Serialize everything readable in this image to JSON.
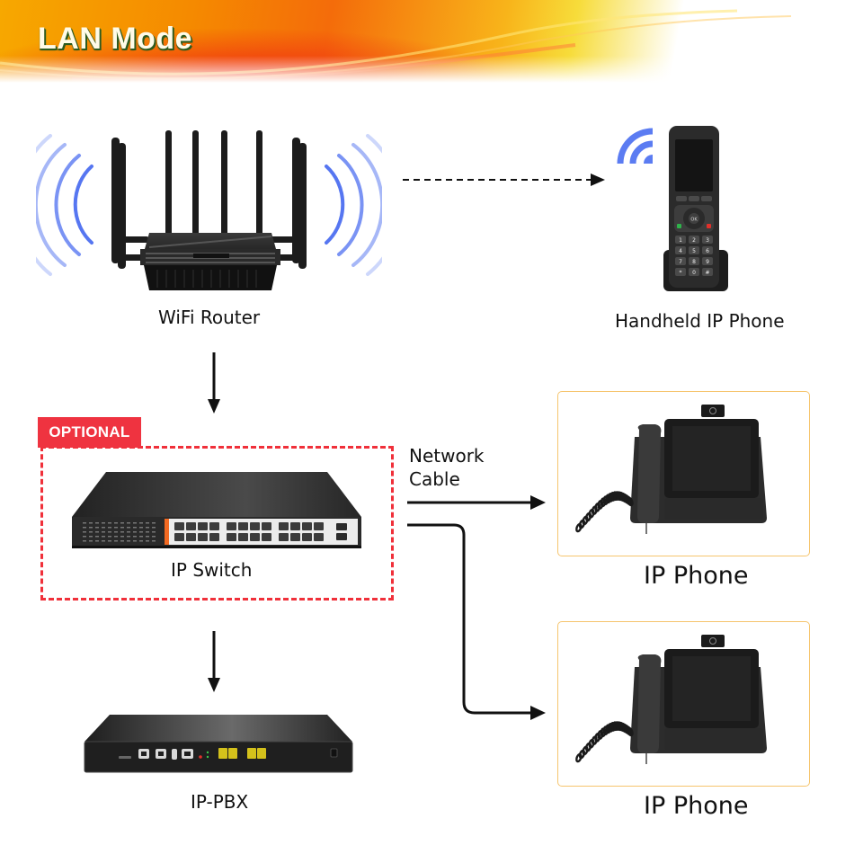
{
  "header": {
    "title": "LAN Mode"
  },
  "devices": {
    "router": {
      "label": "WiFi Router",
      "icon": "wifi-router-icon"
    },
    "handheld_phone": {
      "label": "Handheld IP Phone",
      "icon": "cordless-phone-icon"
    },
    "switch": {
      "label": "IP Switch",
      "icon": "network-switch-icon",
      "badge": "OPTIONAL"
    },
    "ip_phones": [
      {
        "label": "IP Phone",
        "icon": "desk-video-phone-icon"
      },
      {
        "label": "IP Phone",
        "icon": "desk-video-phone-icon"
      }
    ],
    "pbx": {
      "label": "IP-PBX",
      "icon": "pbx-appliance-icon"
    }
  },
  "connections": {
    "network_cable_label_line1": "Network",
    "network_cable_label_line2": "Cable",
    "links": [
      {
        "from": "WiFi Router",
        "to": "Handheld IP Phone",
        "style": "dashed-wireless"
      },
      {
        "from": "WiFi Router",
        "to": "IP Switch",
        "style": "solid"
      },
      {
        "from": "IP Switch",
        "to": "IP Phone",
        "style": "solid"
      },
      {
        "from": "IP Switch",
        "to": "IP Phone",
        "style": "solid-elbow"
      },
      {
        "from": "IP Switch",
        "to": "IP-PBX",
        "style": "solid"
      }
    ]
  },
  "handset_keys": [
    "1",
    "2",
    "3",
    "4",
    "5",
    "6",
    "7",
    "8",
    "9",
    "*",
    "0",
    "#"
  ],
  "handset_ok": "OK",
  "colors": {
    "optional_red": "#ef3340",
    "wifi_blue": "#4d6ff0",
    "card_border": "#f6c56e",
    "banner_orange": "#f46c0a",
    "banner_yellow": "#f7dc3a"
  }
}
